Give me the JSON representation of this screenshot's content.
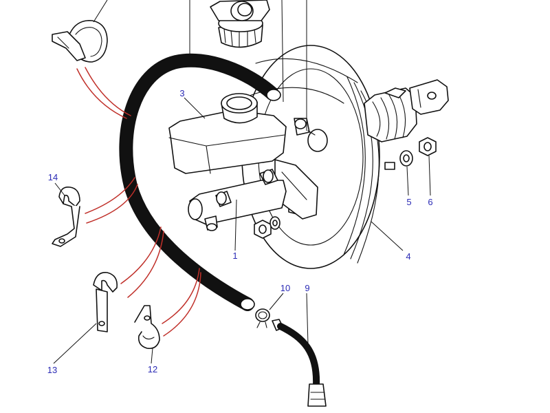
{
  "callouts": [
    {
      "id": "1",
      "label": "1"
    },
    {
      "id": "3",
      "label": "3"
    },
    {
      "id": "4",
      "label": "4"
    },
    {
      "id": "5",
      "label": "5"
    },
    {
      "id": "6",
      "label": "6"
    },
    {
      "id": "9",
      "label": "9"
    },
    {
      "id": "10",
      "label": "10"
    },
    {
      "id": "12",
      "label": "12"
    },
    {
      "id": "13",
      "label": "13"
    },
    {
      "id": "14",
      "label": "14"
    }
  ],
  "colors": {
    "callout_text": "#2b2bb5",
    "clip_lines": "#c0302a",
    "line_art": "#111111",
    "background": "#ffffff"
  }
}
